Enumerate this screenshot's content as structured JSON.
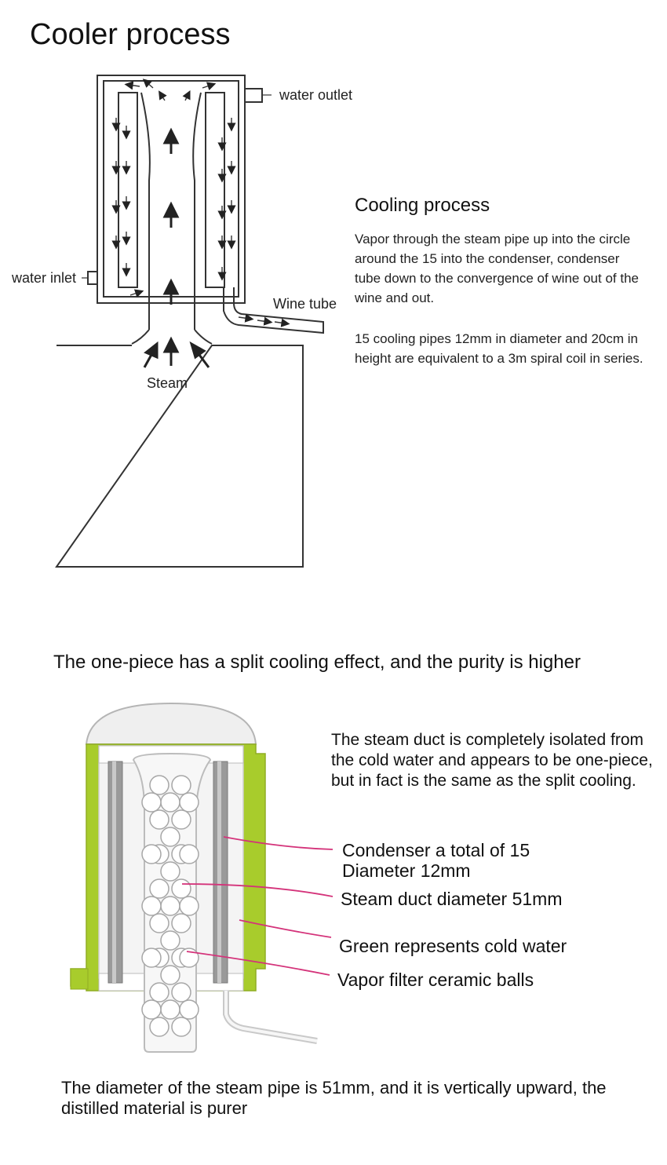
{
  "title": "Cooler process",
  "diagram1": {
    "labels": {
      "water_outlet": "water outlet",
      "water_inlet": "water inlet",
      "wine_tube": "Wine tube",
      "steam": "Steam"
    }
  },
  "cooling": {
    "heading": "Cooling process",
    "paragraph1": "Vapor through the steam pipe up into the circle around the 15 into the condenser, condenser tube down to the convergence of wine out of the wine and out.",
    "paragraph2": "15 cooling pipes 12mm in diameter and 20cm in height are equivalent to a 3m spiral coil in series."
  },
  "middle_heading": "The one-piece has a split cooling effect, and the purity is higher",
  "diagram2": {
    "note": "The steam duct is completely isolated from the cold water and appears to be one-piece, but in fact is the same as the split cooling.",
    "callouts": {
      "condenser_line1": "Condenser a total of 15",
      "condenser_line2": "Diameter 12mm",
      "steam_duct": "Steam duct diameter 51mm",
      "green": "Green represents cold water",
      "balls": "Vapor filter ceramic balls"
    },
    "colors": {
      "cold_water": "#a8cc2c",
      "callout_line": "#d4337a",
      "pipe": "#9a9a9a"
    }
  },
  "bottom_text": "The diameter of the steam pipe is 51mm, and it is vertically upward, the distilled material is purer"
}
